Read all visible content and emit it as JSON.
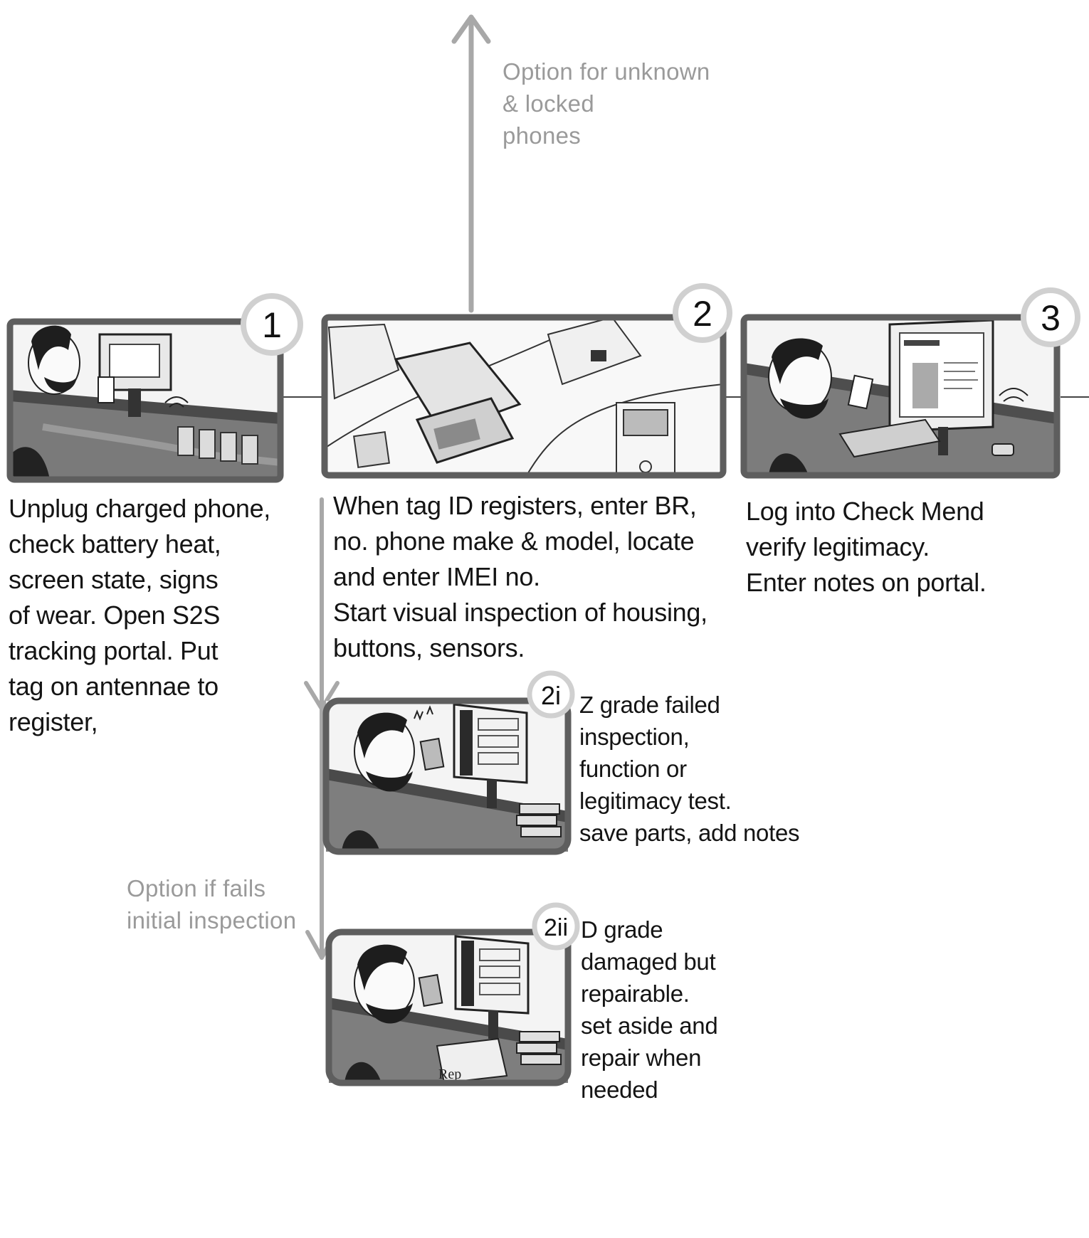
{
  "top_option": {
    "lines": [
      "Option for unknown",
      "& locked",
      "phones"
    ]
  },
  "side_option": {
    "lines": [
      "Option if fails",
      "initial inspection"
    ]
  },
  "steps": [
    {
      "badge": "1",
      "lines": [
        "Unplug charged phone,",
        "check battery heat,",
        "screen state, signs",
        "of wear. Open S2S",
        "tracking portal.  Put",
        "tag on antennae to",
        "register,"
      ]
    },
    {
      "badge": "2",
      "lines": [
        "When tag ID registers, enter BR,",
        "no. phone make & model, locate",
        "and enter IMEI no.",
        "Start visual inspection of housing,",
        "buttons, sensors."
      ]
    },
    {
      "badge": "3",
      "lines": [
        "Log into Check Mend",
        "verify  legitimacy.",
        "Enter notes on portal."
      ]
    }
  ],
  "substeps": [
    {
      "badge": "2i",
      "lines": [
        "Z grade failed",
        "inspection,",
        "function or",
        "legitimacy test.",
        "save parts, add notes"
      ]
    },
    {
      "badge": "2ii",
      "lines": [
        "D grade",
        "damaged but",
        "repairable.",
        "set aside and",
        "repair when",
        "needed"
      ],
      "box_label": "Rep"
    }
  ],
  "colors": {
    "frame": "#5e5e5e",
    "badge_ring": "#d0d0d0",
    "arrow": "#a8a8a8",
    "note_text": "#9a9a9a"
  }
}
